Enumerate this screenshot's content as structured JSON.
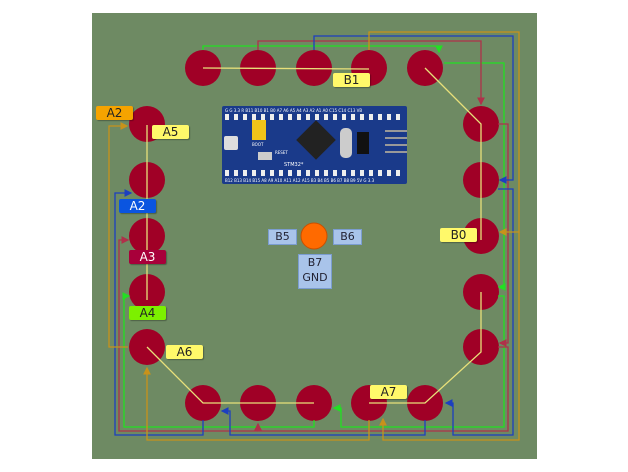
{
  "labels": {
    "b1": "B1",
    "a2_orange": "A2",
    "a5": "A5",
    "a2_blue": "A2",
    "a3": "A3",
    "a4": "A4",
    "a6": "A6",
    "a7": "A7",
    "b0": "B0",
    "b5": "B5",
    "b6": "B6",
    "b7": "B7",
    "gnd": "GND"
  },
  "board": {
    "top_pins": "G G 3.3 R B11 B10 B1 B0 A7 A6 A5 A4 A3 A2 A1 A0 C15 C14 C13 VB",
    "bottom_pins": "B12 B13 B14 B15 A8 A9 A10 A11 A12 A15 B3 B4 B5 B6 B7 B8 B9 5V G 3.3",
    "name": "STM32*",
    "reset": "RESET",
    "boot": "BOOT"
  },
  "colors": {
    "background": "#6e8a63",
    "pad": "#a00026",
    "center_pad": "#ff6a00",
    "wire_green": "#22e022",
    "wire_crimson": "#b0304a",
    "wire_blue": "#1c3fc0",
    "wire_orange": "#c8921a",
    "trace_yellow": "#e8e07a"
  }
}
